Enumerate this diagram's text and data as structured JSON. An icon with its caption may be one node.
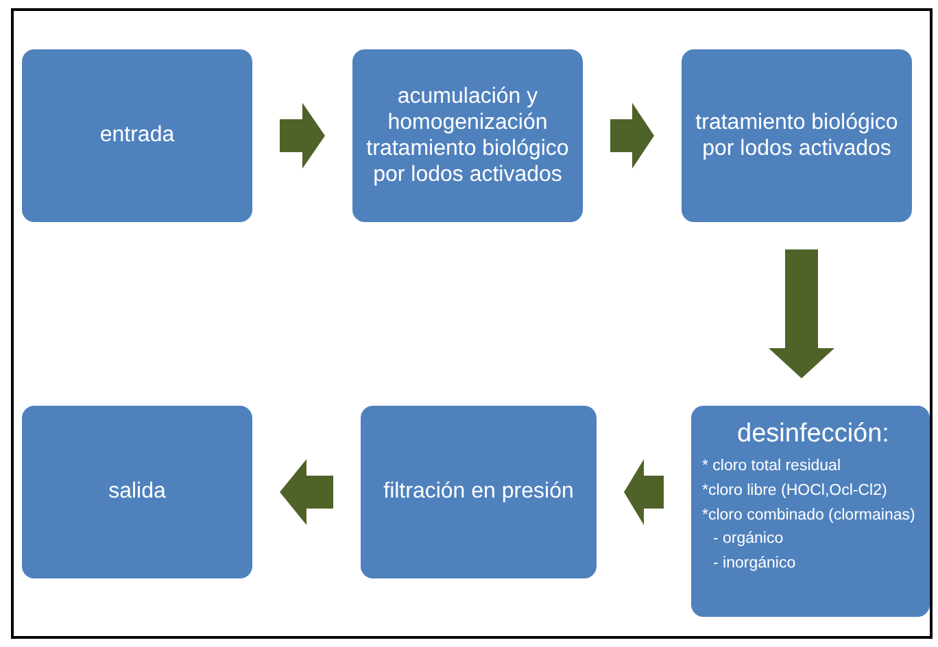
{
  "diagram": {
    "nodes": [
      {
        "text": [
          "entrada"
        ]
      },
      {
        "text": [
          "acumulación y homogenización tratamiento biológico por lodos activados"
        ]
      },
      {
        "text": [
          "tratamiento biológico por lodos activados"
        ]
      },
      {
        "text": [
          "salida"
        ]
      },
      {
        "text": [
          "filtración en presión"
        ]
      },
      {
        "text": [
          "desinfección:",
          "* cloro total residual",
          "*cloro libre (HOCl,Ocl-Cl2)",
          "*cloro combinado (clormainas)",
          "- orgánico",
          "- inorgánico"
        ]
      }
    ],
    "edges": [
      {
        "from": 0,
        "to": 1,
        "arrow": "to"
      },
      {
        "from": 1,
        "to": 2,
        "arrow": "to"
      },
      {
        "from": 2,
        "to": 5,
        "arrow": "to"
      },
      {
        "from": 5,
        "to": 4,
        "arrow": "to"
      },
      {
        "from": 4,
        "to": 3,
        "arrow": "to"
      }
    ]
  }
}
